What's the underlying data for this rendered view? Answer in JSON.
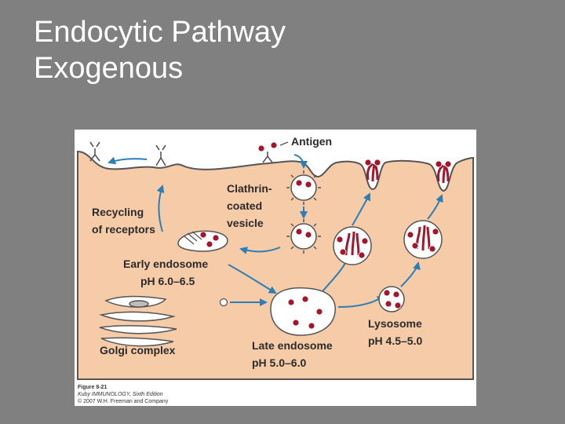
{
  "slide": {
    "title_line1": "Endocytic Pathway",
    "title_line2": "Exogenous"
  },
  "figure": {
    "labels": {
      "antigen": "Antigen",
      "clathrin_line1": "Clathrin-",
      "clathrin_line2": "coated",
      "clathrin_line3": "vesicle",
      "recycling_line1": "Recycling",
      "recycling_line2": "of receptors",
      "early_line1": "Early endosome",
      "early_line2": "pH 6.0–6.5",
      "golgi": "Golgi complex",
      "late_line1": "Late endosome",
      "late_line2": "pH 5.0–6.0",
      "lysosome_line1": "Lysosome",
      "lysosome_line2": "pH 4.5–5.0"
    },
    "caption": {
      "line1": "Figure 8-21",
      "line2": "Kuby IMMUNOLOGY, Sixth Edition",
      "line3": "© 2007 W.H. Freeman and Company"
    },
    "colors": {
      "cytoplasm": "#f6cba8",
      "arrow": "#2a7fb8",
      "antigen": "#a3162b",
      "membrane": "#555555"
    }
  }
}
